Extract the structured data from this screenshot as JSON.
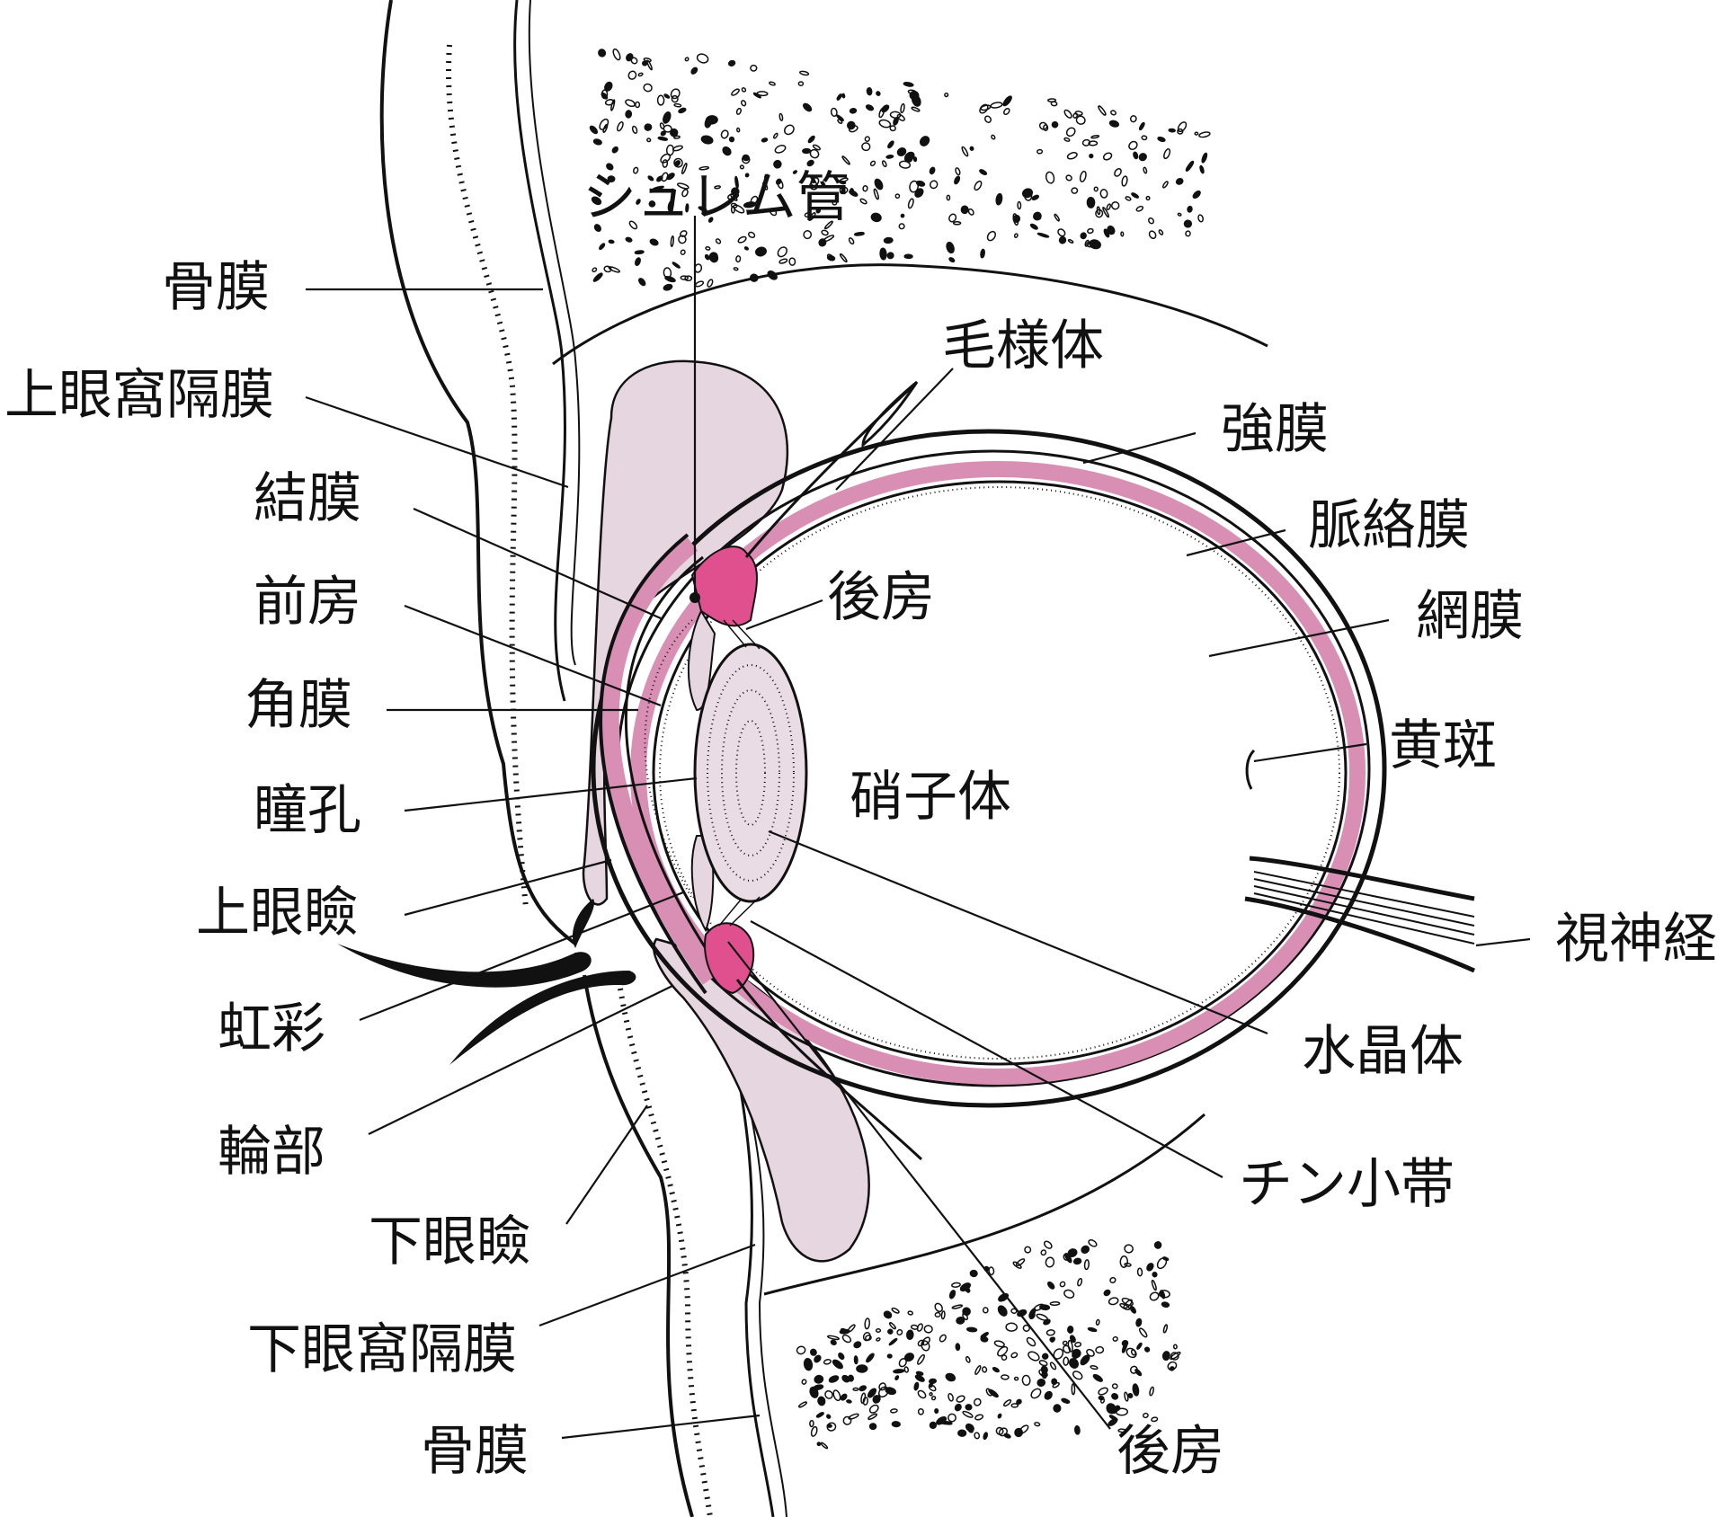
{
  "colors": {
    "outline": "#111111",
    "eyelid_fill": "#e6d6e0",
    "choroid_pink": "#d98fb4",
    "ciliary_magenta": "#e0508f",
    "lens_fill": "#eadce4",
    "background": "#ffffff"
  },
  "labels": {
    "schlemm_canal": "シュレム管",
    "periosteum_top": "骨膜",
    "orbital_septum_upper": "上眼窩隔膜",
    "conjunctiva": "結膜",
    "anterior_chamber": "前房",
    "cornea": "角膜",
    "pupil": "瞳孔",
    "upper_eyelid": "上眼瞼",
    "iris": "虹彩",
    "ora": "輪部",
    "lower_eyelid": "下眼瞼",
    "orbital_septum_lower": "下眼窩隔膜",
    "periosteum_bottom": "骨膜",
    "ciliary_body": "毛様体",
    "sclera": "強膜",
    "choroid": "脈絡膜",
    "retina": "網膜",
    "macula": "黄斑",
    "posterior_chamber_upper": "後房",
    "vitreous_body": "硝子体",
    "optic_nerve": "視神経",
    "lens": "水晶体",
    "zonule": "チン小帯",
    "posterior_chamber_lower": "後房"
  },
  "icons": {
    "eyelash": "eyelash-icon",
    "bone": "bone-texture-icon"
  }
}
